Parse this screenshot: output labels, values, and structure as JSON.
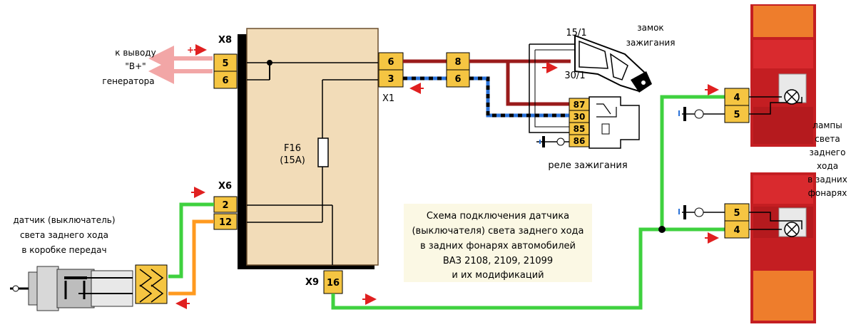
{
  "blocks": {
    "x8": "X8",
    "x6": "X6",
    "x9": "X9",
    "x1": "X1",
    "fuse": "F16",
    "fuse_rating": "(15A)"
  },
  "pins": {
    "x8": [
      "5",
      "6"
    ],
    "x6": [
      "2",
      "12"
    ],
    "x9": [
      "16"
    ],
    "x1": [
      "6",
      "3"
    ],
    "harness": [
      "8",
      "6"
    ],
    "relay": [
      "87",
      "30",
      "85",
      "86"
    ],
    "lamp_top": [
      "4",
      "5"
    ],
    "lamp_bottom": [
      "5",
      "4"
    ]
  },
  "labels": {
    "generator": [
      "к выводу",
      "\"В+\"",
      "генератора"
    ],
    "sensor": [
      "датчик (выключатель)",
      "света заднего хода",
      "в коробке передач"
    ],
    "ignition_lock": [
      "замок",
      "зажигания"
    ],
    "lock_pin_top": "15/1",
    "lock_pin_bottom": "30/1",
    "relay": "реле зажигания",
    "lamps": [
      "лампы",
      "света",
      "заднего",
      "хода",
      "в задних",
      "фонарях"
    ]
  },
  "caption": [
    "Схема подключения датчика",
    "(выключателя) света заднего хода",
    "в задних фонарях автомобилей",
    "ВАЗ 2108, 2109, 21099",
    "и их модификаций"
  ],
  "colors": {
    "block": "#f2dcb8",
    "pin_box": "#f5c542",
    "wire_red": "#9a1b1b",
    "wire_green": "#3fd13f",
    "wire_orange": "#ff9a1f",
    "wire_blue": "#2a72d8",
    "arrow": "#e02020",
    "caption_bg": "#fbf8e4"
  }
}
